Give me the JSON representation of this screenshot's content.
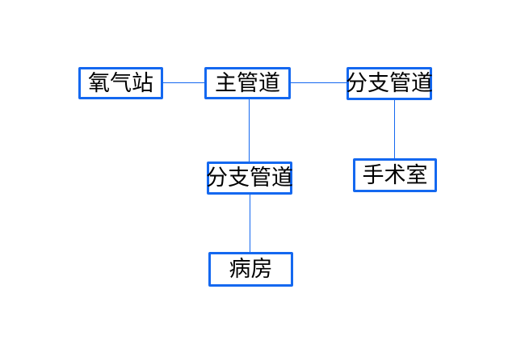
{
  "diagram": {
    "description": "hospital oxygen pipeline flowchart",
    "colors": {
      "accent": "#1468f0",
      "node_fill": "#ffffff",
      "label": "#000000",
      "background": "#ffffff"
    },
    "nodes": [
      {
        "id": "oxygen-station",
        "label": "氧气站"
      },
      {
        "id": "main-pipeline",
        "label": "主管道"
      },
      {
        "id": "branch-pipeline-right",
        "label": "分支管道"
      },
      {
        "id": "branch-pipeline-middle",
        "label": "分支管道"
      },
      {
        "id": "operating-room",
        "label": "手术室"
      },
      {
        "id": "ward",
        "label": "病房"
      }
    ],
    "edges": [
      {
        "from": "oxygen-station",
        "to": "main-pipeline"
      },
      {
        "from": "main-pipeline",
        "to": "branch-pipeline-right"
      },
      {
        "from": "main-pipeline",
        "to": "branch-pipeline-middle"
      },
      {
        "from": "branch-pipeline-right",
        "to": "operating-room"
      },
      {
        "from": "branch-pipeline-middle",
        "to": "ward"
      }
    ]
  }
}
